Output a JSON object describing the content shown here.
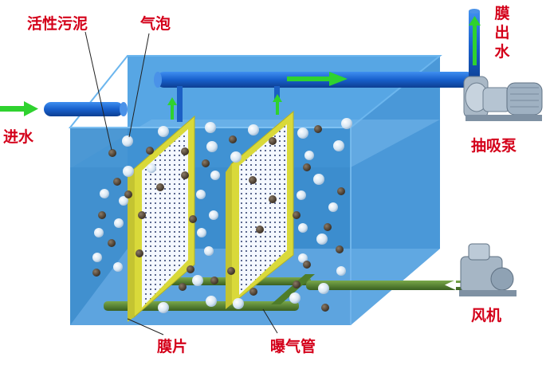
{
  "labels": {
    "activated_sludge": "活性污泥",
    "bubbles": "气泡",
    "water_in": "进水",
    "membrane_outlet": "膜出水",
    "suction_pump": "抽吸泵",
    "blower": "风机",
    "membrane_sheet": "膜片",
    "aeration_pipe": "曝气管"
  },
  "colors": {
    "label_red": "#d4001a",
    "water_blue": "#3d8fd0",
    "tank_blue": "#5aa9e6",
    "pipe_blue": "#1e6fd6",
    "aeration_green": "#4e7d2a",
    "membrane_frame": "#d9d93a",
    "arrow_green": "#2fd22f"
  },
  "icons": [
    "suction-pump-icon",
    "blower-icon"
  ]
}
